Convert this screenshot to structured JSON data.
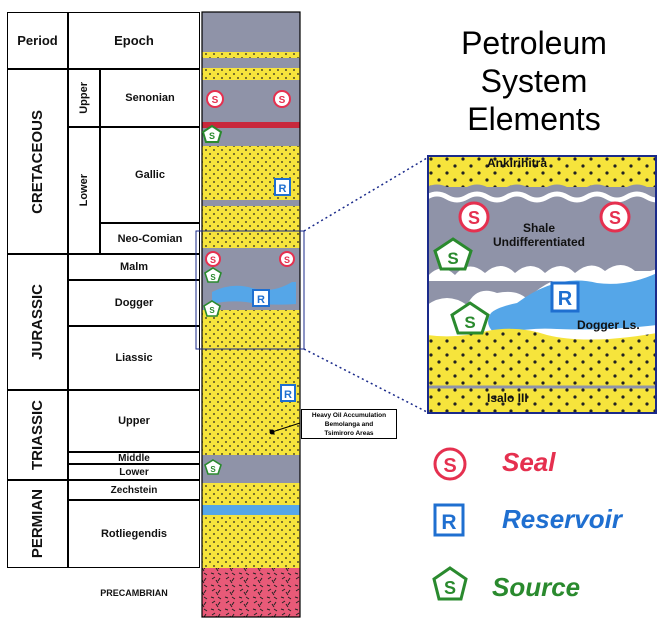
{
  "header": {
    "period": "Period",
    "epoch": "Epoch"
  },
  "periods": [
    {
      "label": "CRETACEOUS"
    },
    {
      "label": "JURASSIC"
    },
    {
      "label": "TRIASSIC"
    },
    {
      "label": "PERMIAN"
    }
  ],
  "subperiods": [
    {
      "label": "Upper"
    },
    {
      "label": "Lower"
    }
  ],
  "epochs": [
    {
      "label": "Senonian"
    },
    {
      "label": "Gallic"
    },
    {
      "label": "Neo-Comian"
    },
    {
      "label": "Malm"
    },
    {
      "label": "Dogger"
    },
    {
      "label": "Liassic"
    },
    {
      "label": "Upper"
    },
    {
      "label": "Middle"
    },
    {
      "label": "Lower"
    },
    {
      "label": "Zechstein"
    },
    {
      "label": "Rotliegendis"
    },
    {
      "label": "PRECAMBRIAN"
    }
  ],
  "callout": {
    "line1": "Heavy Oil Accumulation",
    "line2": "Bemolanga and",
    "line3": "Tsimiroro Areas"
  },
  "title": {
    "line1": "Petroleum",
    "line2": "System",
    "line3": "Elements"
  },
  "zoom": {
    "top": "Ankirihitra",
    "shale_line1": "Shale",
    "shale_line2": "Undifferentiated",
    "dogger": "Dogger Ls.",
    "bottom": "Isalo III"
  },
  "legend": {
    "seal": {
      "symbol": "S",
      "label": "Seal",
      "color": "#e5304f"
    },
    "reservoir": {
      "symbol": "R",
      "label": "Reservoir",
      "color": "#1f6fd0"
    },
    "source": {
      "symbol": "S",
      "label": "Source",
      "color": "#2a8a2e"
    }
  },
  "colors": {
    "sandstone": "#f6e43c",
    "shale": "#8f93a8",
    "water": "#55a6e8",
    "basement": "#e85a78",
    "frame": "#1a2a8a"
  }
}
